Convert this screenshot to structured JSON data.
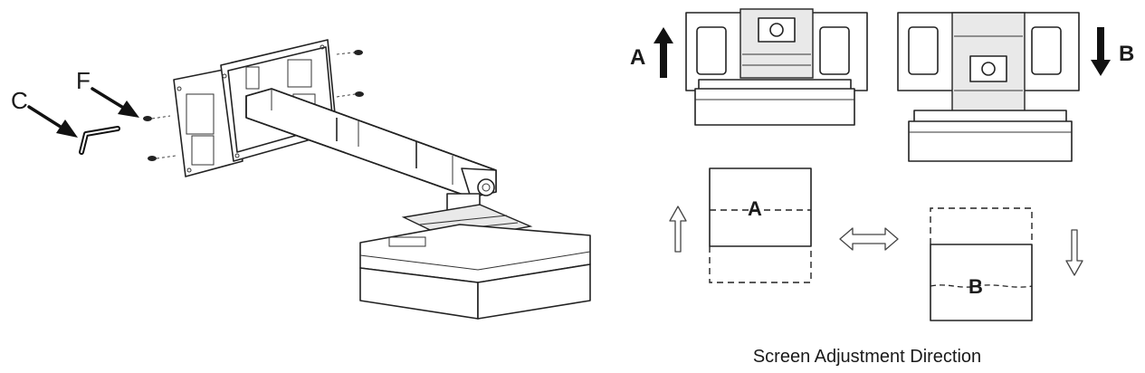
{
  "left_figure": {
    "labels": {
      "c": "C",
      "f": "F"
    }
  },
  "right_figure": {
    "top_left_label": "A",
    "top_right_label": "B",
    "box_a_label": "A",
    "box_b_label": "B",
    "caption": "Screen Adjustment Direction"
  },
  "colors": {
    "line": "#222222",
    "background": "#ffffff"
  },
  "icons": {
    "up": "solid-up-arrow-icon",
    "down": "solid-down-arrow-icon",
    "open_up": "open-up-arrow-icon",
    "open_down": "open-down-arrow-icon",
    "double": "double-horizontal-arrow-icon"
  }
}
